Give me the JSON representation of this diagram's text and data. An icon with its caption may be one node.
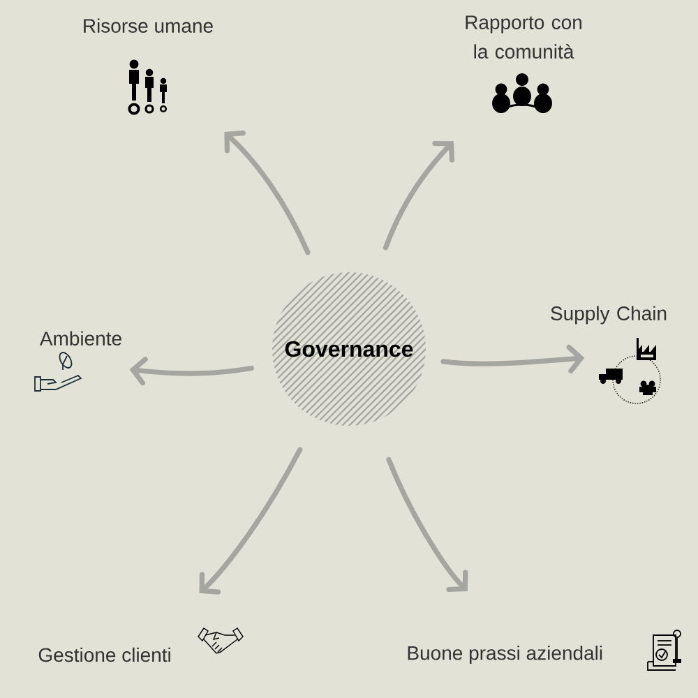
{
  "diagram": {
    "nodes": [
      {
        "text": [
          "Governance"
        ]
      },
      {
        "text": [
          "Risorse umane"
        ]
      },
      {
        "text": [
          "Rapporto con la comunità"
        ]
      },
      {
        "text": [
          "Ambiente"
        ]
      },
      {
        "text": [
          "Supply Chain"
        ]
      },
      {
        "text": [
          "Gestione clienti"
        ]
      },
      {
        "text": [
          "Buone prassi aziendali"
        ]
      }
    ],
    "edges": [
      {
        "from": 0,
        "to": 1,
        "arrow": "to"
      },
      {
        "from": 0,
        "to": 2,
        "arrow": "to"
      },
      {
        "from": 0,
        "to": 3,
        "arrow": "to"
      },
      {
        "from": 0,
        "to": 4,
        "arrow": "to"
      },
      {
        "from": 0,
        "to": 5,
        "arrow": "to"
      },
      {
        "from": 0,
        "to": 6,
        "arrow": "to"
      }
    ]
  }
}
